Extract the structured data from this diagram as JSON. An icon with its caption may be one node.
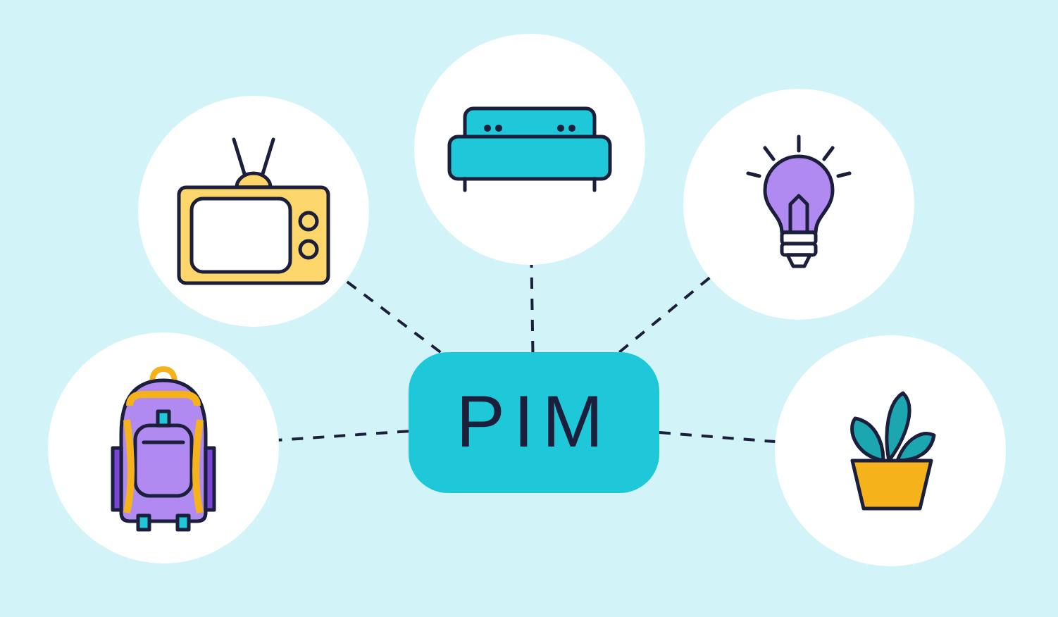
{
  "diagram": {
    "nodes": [
      {
        "text": [
          "PIM"
        ]
      },
      {
        "text": [],
        "shape": "circle"
      },
      {
        "text": [],
        "shape": "circle"
      },
      {
        "text": [],
        "shape": "circle"
      },
      {
        "text": [],
        "shape": "circle"
      },
      {
        "text": [],
        "shape": "circle"
      }
    ],
    "edges": [
      {
        "from": 0,
        "to": 1,
        "arrow": "none",
        "style": "dashed"
      },
      {
        "from": 0,
        "to": 2,
        "arrow": "none",
        "style": "dashed"
      },
      {
        "from": 0,
        "to": 3,
        "arrow": "none",
        "style": "dashed"
      },
      {
        "from": 0,
        "to": 4,
        "arrow": "none",
        "style": "dashed"
      },
      {
        "from": 0,
        "to": 5,
        "arrow": "none",
        "style": "dashed"
      }
    ]
  }
}
